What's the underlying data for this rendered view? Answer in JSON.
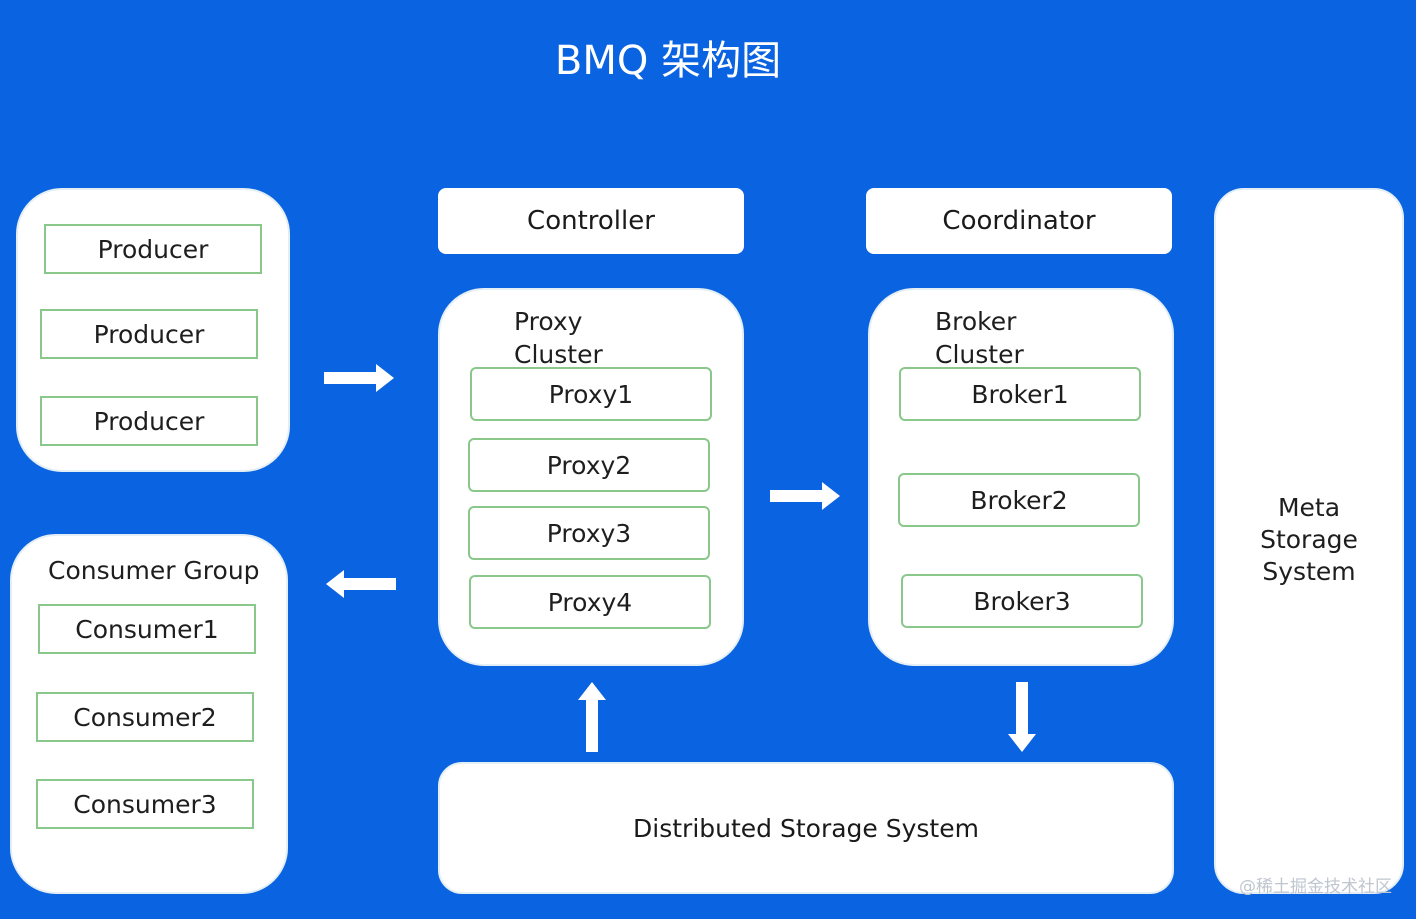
{
  "title": "BMQ 架构图",
  "controller": "Controller",
  "coordinator": "Coordinator",
  "producers": [
    "Producer",
    "Producer",
    "Producer"
  ],
  "consumer_group": {
    "label": "Consumer Group",
    "consumers": [
      "Consumer1",
      "Consumer2",
      "Consumer3"
    ]
  },
  "proxy_cluster": {
    "label_line1": "Proxy",
    "label_line2": "Cluster",
    "proxies": [
      "Proxy1",
      "Proxy2",
      "Proxy3",
      "Proxy4"
    ]
  },
  "broker_cluster": {
    "label_line1": "Broker",
    "label_line2": "Cluster",
    "brokers": [
      "Broker1",
      "Broker2",
      "Broker3"
    ]
  },
  "meta_storage": {
    "line1": "Meta",
    "line2": "Storage",
    "line3": "System"
  },
  "distributed_storage": "Distributed Storage System",
  "watermark": "@稀土掘金技术社区",
  "colors": {
    "background": "#0a63e0",
    "panel": "#ffffff",
    "item_border": "#8ac78a",
    "arrow": "#ffffff"
  }
}
